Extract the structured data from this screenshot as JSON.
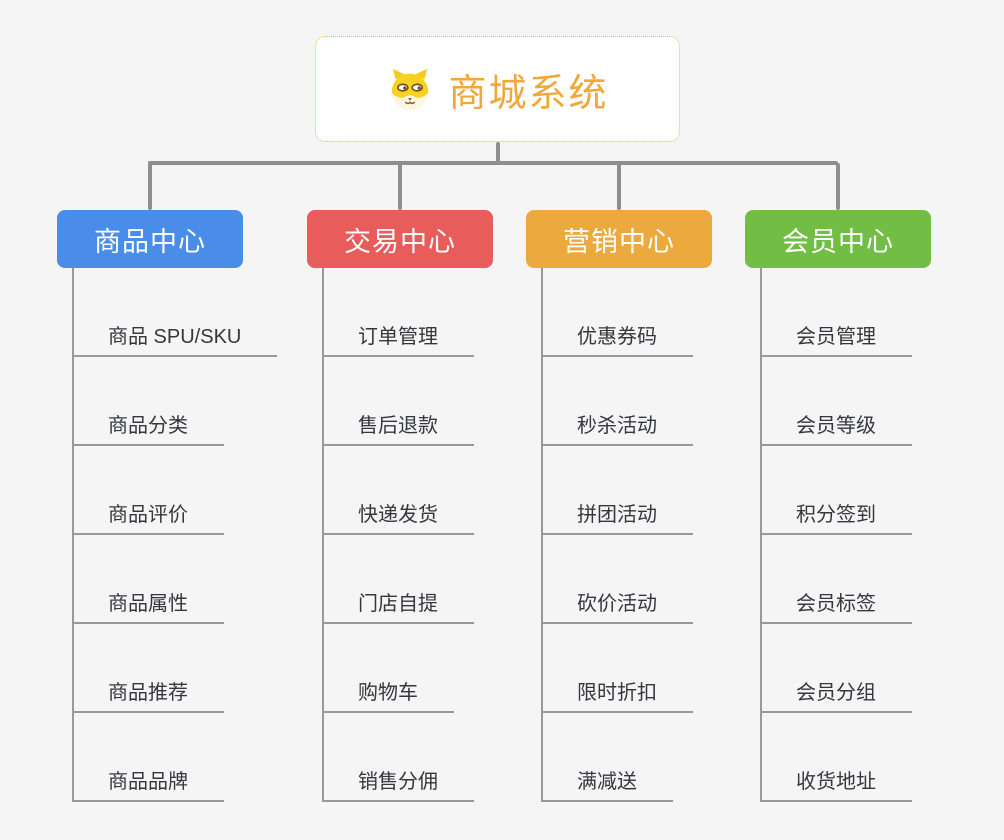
{
  "root": {
    "title": "商城系统",
    "icon": "dog-face-icon",
    "accent_color": "#f0a73b",
    "border_color": "#f2b257",
    "background": "#ffffff"
  },
  "canvas": {
    "background": "#f5f5f6",
    "connector_color": "#8e8e8e",
    "leaf_line_color": "#999999",
    "leaf_text_color": "#35373c"
  },
  "branches": [
    {
      "label": "商品中心",
      "color": "#4a8de8",
      "items": [
        "商品 SPU/SKU",
        "商品分类",
        "商品评价",
        "商品属性",
        "商品推荐",
        "商品品牌"
      ]
    },
    {
      "label": "交易中心",
      "color": "#e85c5c",
      "items": [
        "订单管理",
        "售后退款",
        "快递发货",
        "门店自提",
        "购物车",
        "销售分佣"
      ]
    },
    {
      "label": "营销中心",
      "color": "#eca93e",
      "items": [
        "优惠券码",
        "秒杀活动",
        "拼团活动",
        "砍价活动",
        "限时折扣",
        "满减送"
      ]
    },
    {
      "label": "会员中心",
      "color": "#72be44",
      "items": [
        "会员管理",
        "会员等级",
        "积分签到",
        "会员标签",
        "会员分组",
        "收货地址"
      ]
    }
  ]
}
